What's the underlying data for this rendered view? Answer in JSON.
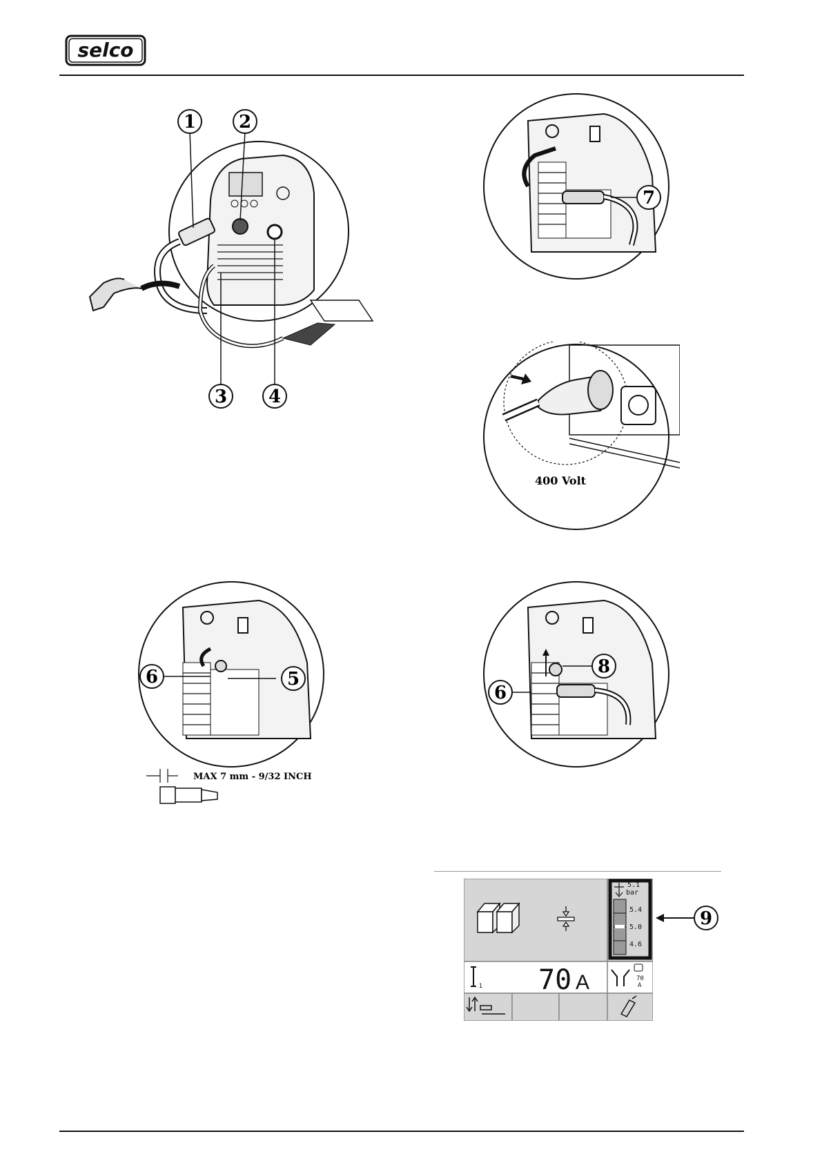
{
  "brand": {
    "logo_text": "selco"
  },
  "figures": {
    "fig1": {
      "callouts": [
        "1",
        "2",
        "3",
        "4"
      ]
    },
    "fig2": {
      "callouts": [
        "7"
      ]
    },
    "fig3": {
      "voltage_label": "400 Volt"
    },
    "fig4": {
      "callouts": [
        "6",
        "5"
      ],
      "dimension_label": "MAX 7 mm - 9/32 INCH"
    },
    "fig5": {
      "callouts": [
        "6",
        "8"
      ]
    }
  },
  "display": {
    "callout": "9",
    "pressure_set": "5.1",
    "pressure_unit": "bar",
    "scale": [
      "5.4",
      "5.0",
      "4.6"
    ],
    "current_value": "70",
    "current_unit": "A",
    "side_value": "70",
    "side_unit": "A"
  }
}
